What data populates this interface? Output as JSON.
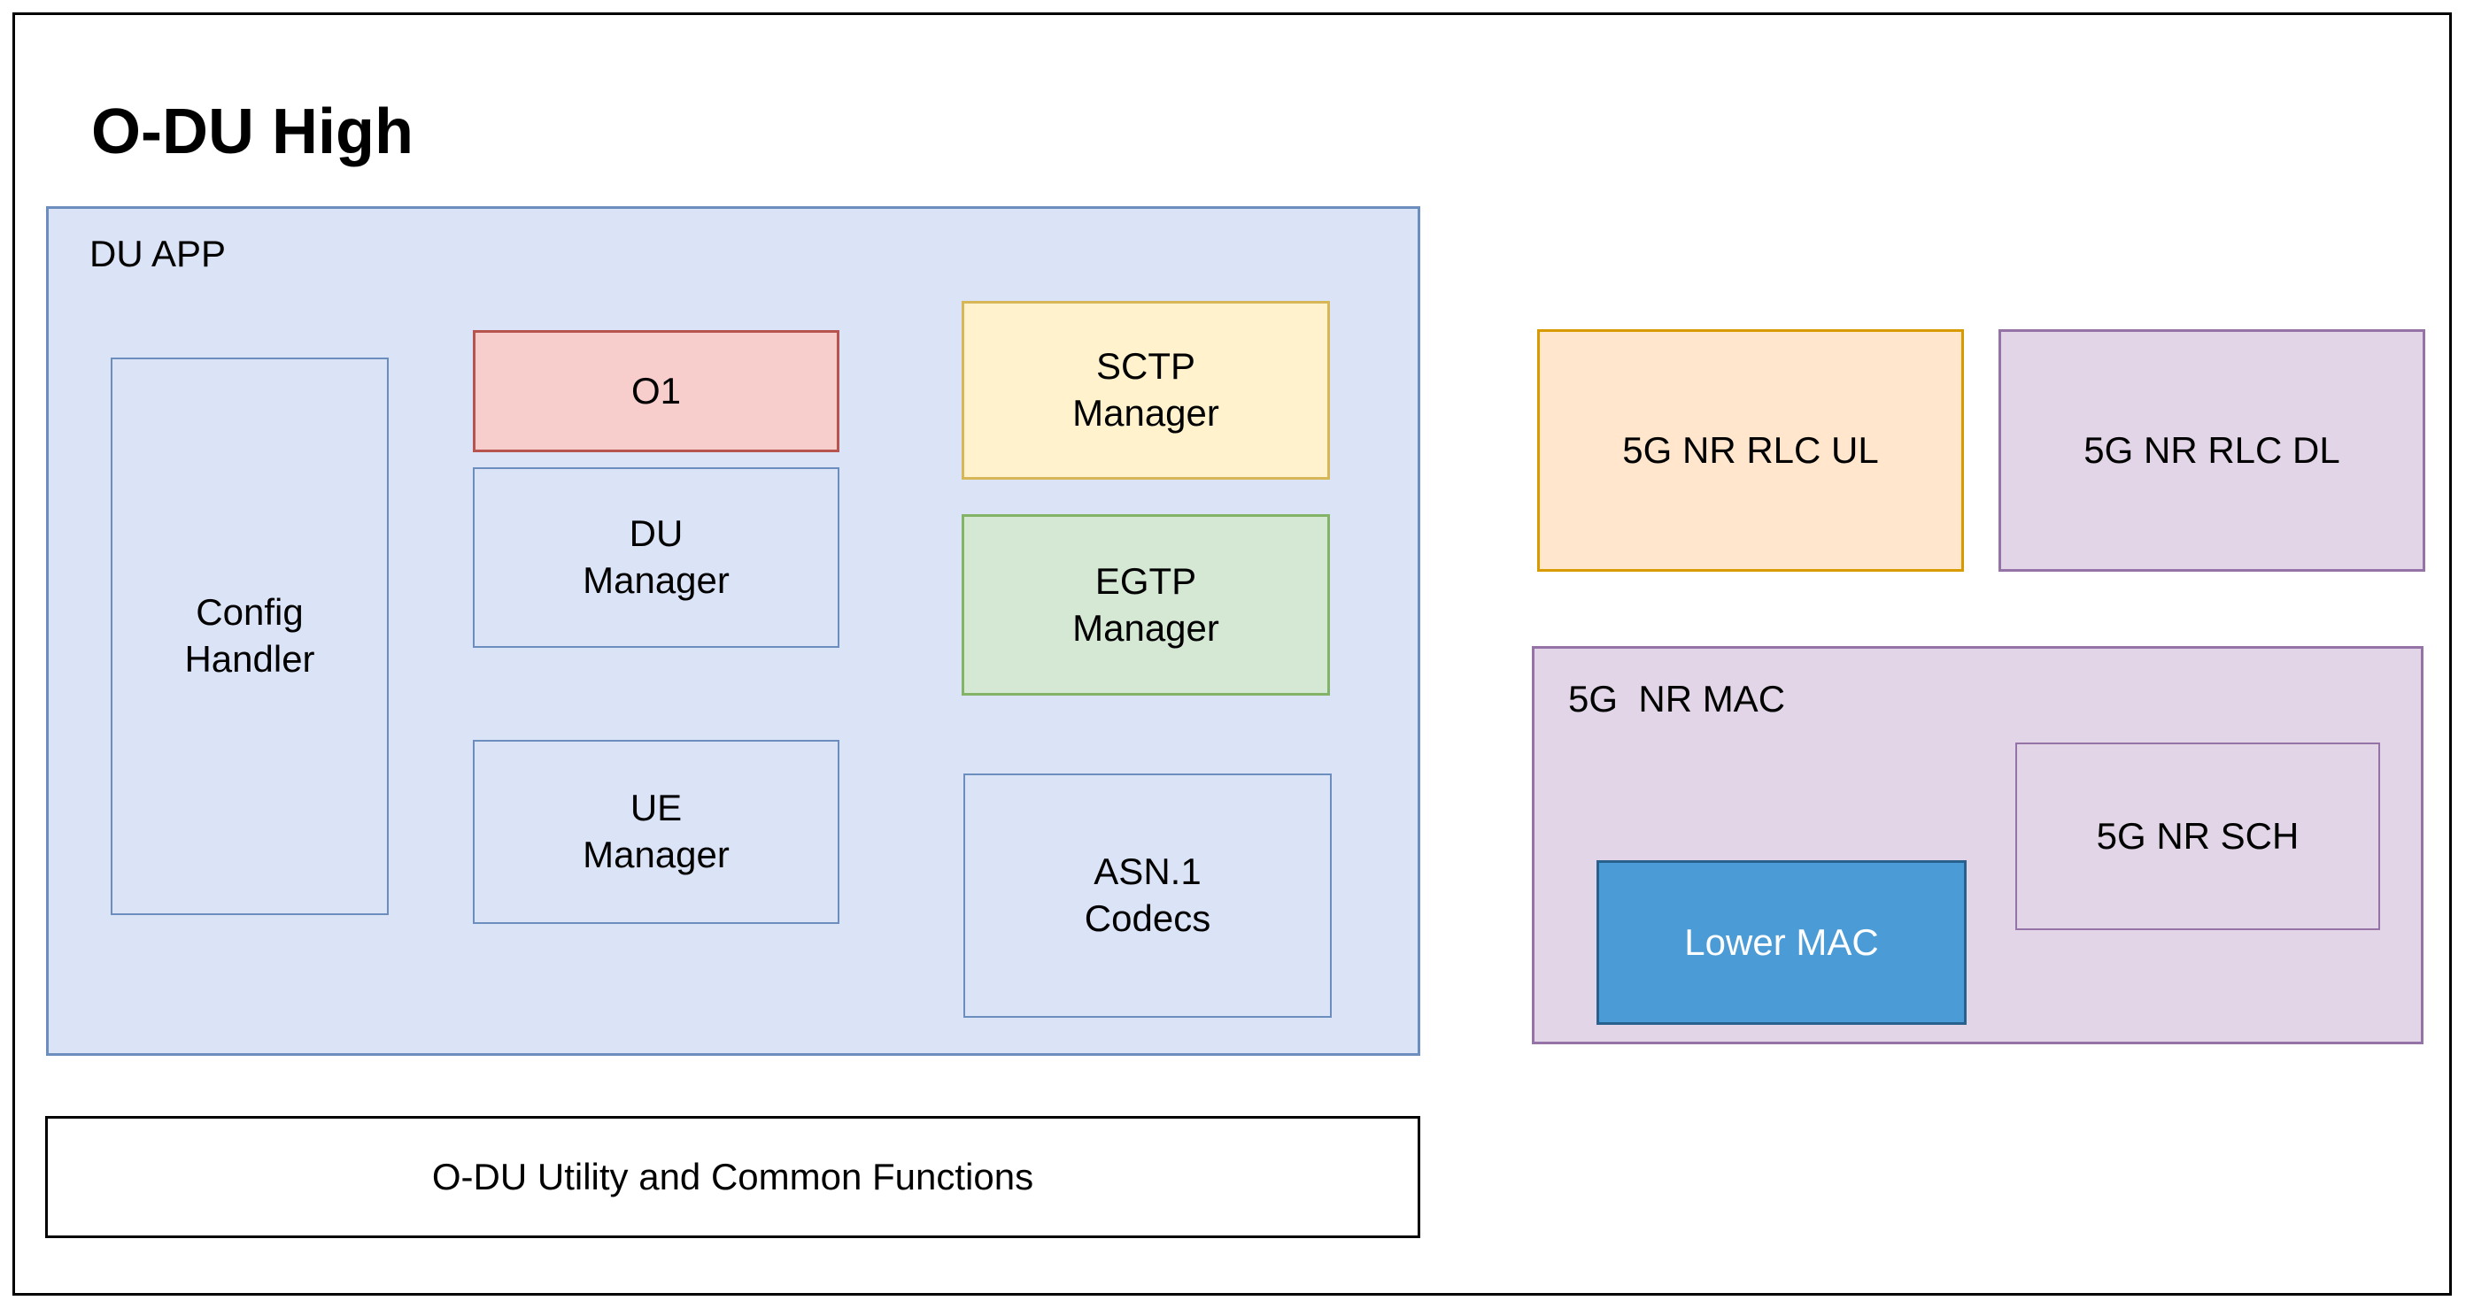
{
  "title": "O-DU High",
  "du_app": {
    "label": "DU APP",
    "blocks": {
      "config_handler": {
        "label": "Config\nHandler"
      },
      "o1": {
        "label": "O1"
      },
      "du_manager": {
        "label": "DU\nManager"
      },
      "ue_manager": {
        "label": "UE\nManager"
      },
      "sctp_manager": {
        "label": "SCTP\nManager"
      },
      "egtp_manager": {
        "label": "EGTP\nManager"
      },
      "asn1_codecs": {
        "label": "ASN.1\nCodecs"
      }
    }
  },
  "utility_bar": {
    "label": "O-DU Utility and Common Functions"
  },
  "rlc_ul": {
    "label": "5G NR RLC UL"
  },
  "rlc_dl": {
    "label": "5G NR RLC DL"
  },
  "mac": {
    "label": "5G  NR MAC",
    "blocks": {
      "sch": {
        "label": "5G NR SCH"
      },
      "lower_mac": {
        "label": "Lower MAC"
      }
    }
  },
  "colors": {
    "light_blue_fill": "#dbe4f7",
    "light_blue_stroke": "#6c8ebf",
    "red_fill": "#f8cecc",
    "red_stroke": "#b85450",
    "yellow_fill": "#fff2cc",
    "yellow_stroke": "#d6b656",
    "green_fill": "#d5e8d4",
    "green_stroke": "#82b366",
    "orange_fill": "#ffe6cc",
    "orange_stroke": "#d79b00",
    "purple_fill": "#e1d5e7",
    "purple_stroke": "#9673a6",
    "solid_blue_fill": "#4b9bd7",
    "solid_blue_stroke": "#28618e",
    "frame_stroke": "#000000",
    "text_color": "#000000",
    "lower_mac_text_color": "#ffffff"
  }
}
